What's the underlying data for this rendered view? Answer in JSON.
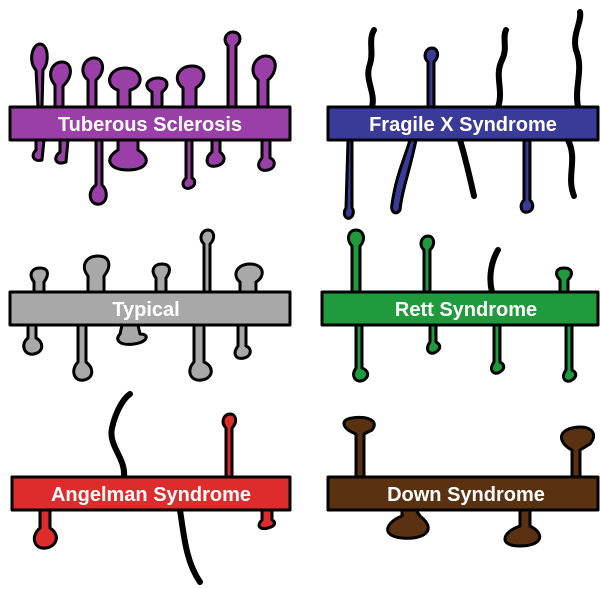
{
  "panels": [
    {
      "key": "tuberous",
      "label": "Tuberous Sclerosis",
      "color": "#9b3fa8"
    },
    {
      "key": "fragilex",
      "label": "Fragile X Syndrome",
      "color": "#3a3a98"
    },
    {
      "key": "typical",
      "label": "Typical",
      "color": "#a8a8a8"
    },
    {
      "key": "rett",
      "label": "Rett Syndrome",
      "color": "#1f9a3c"
    },
    {
      "key": "angelman",
      "label": "Angelman Syndrome",
      "color": "#de2b2b"
    },
    {
      "key": "down",
      "label": "Down Syndrome",
      "color": "#5a3212"
    }
  ]
}
